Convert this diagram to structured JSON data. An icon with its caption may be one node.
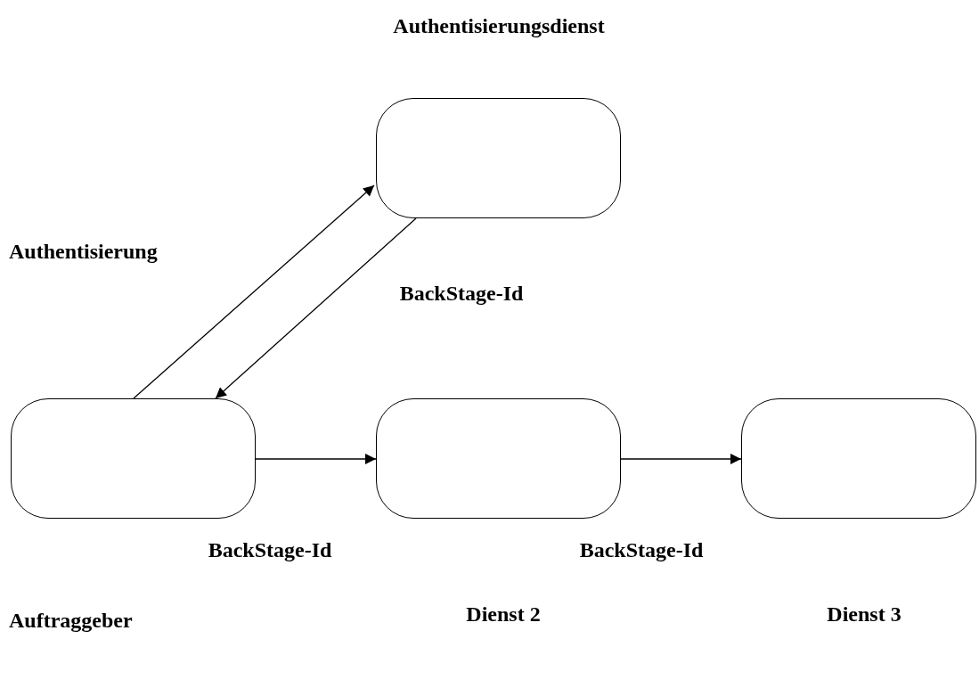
{
  "diagram": {
    "nodes": [
      {
        "text": [],
        "shape": "box"
      },
      {
        "text": [],
        "shape": "box"
      },
      {
        "text": [],
        "shape": "box"
      },
      {
        "text": [],
        "shape": "box"
      }
    ],
    "edges": [
      {
        "from": 1,
        "to": 0,
        "arrow": "to",
        "label": "Authentisierung"
      },
      {
        "from": 0,
        "to": 1,
        "arrow": "to",
        "label": "BackStage-Id"
      },
      {
        "from": 1,
        "to": 2,
        "arrow": "to",
        "label": "BackStage-Id"
      },
      {
        "from": 2,
        "to": 3,
        "arrow": "to",
        "label": "BackStage-Id"
      }
    ],
    "labels": [
      "Authentisierungsdienst",
      "Auftraggeber",
      "Dienst 2",
      "Dienst 3"
    ]
  }
}
